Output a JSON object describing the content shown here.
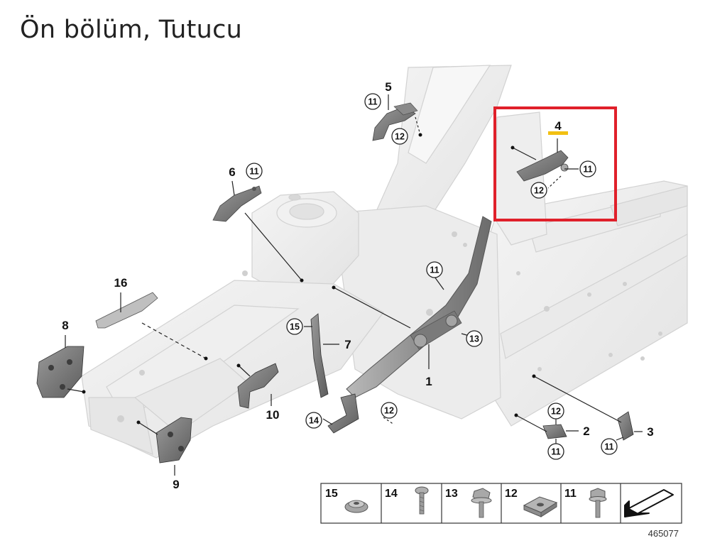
{
  "page": {
    "title": "Ön bölüm, Tutucu"
  },
  "callouts": {
    "c1": "1",
    "c2": "2",
    "c3": "3",
    "c4": "4",
    "c5": "5",
    "c6": "6",
    "c7": "7",
    "c8": "8",
    "c9": "9",
    "c10": "10",
    "c16": "16",
    "r5_11": "11",
    "r5_12": "12",
    "r6_11": "11",
    "r4_11": "11",
    "r4_12": "12",
    "r11_mid": "11",
    "r15": "15",
    "r13": "13",
    "r14": "14",
    "r12_bot": "12",
    "r2_12": "12",
    "r2_11": "11",
    "r3_11": "11"
  },
  "legend": {
    "items": [
      {
        "number": "15",
        "icon": "nut-icon"
      },
      {
        "number": "14",
        "icon": "screw-icon"
      },
      {
        "number": "13",
        "icon": "collar-bolt-icon"
      },
      {
        "number": "12",
        "icon": "clip-nut-icon"
      },
      {
        "number": "11",
        "icon": "flange-bolt-icon"
      },
      {
        "number": "",
        "icon": "arrow-direction-icon"
      }
    ]
  },
  "reference_number": "465077",
  "highlight_color": "#e0202a",
  "marker_color": "#f2c012"
}
